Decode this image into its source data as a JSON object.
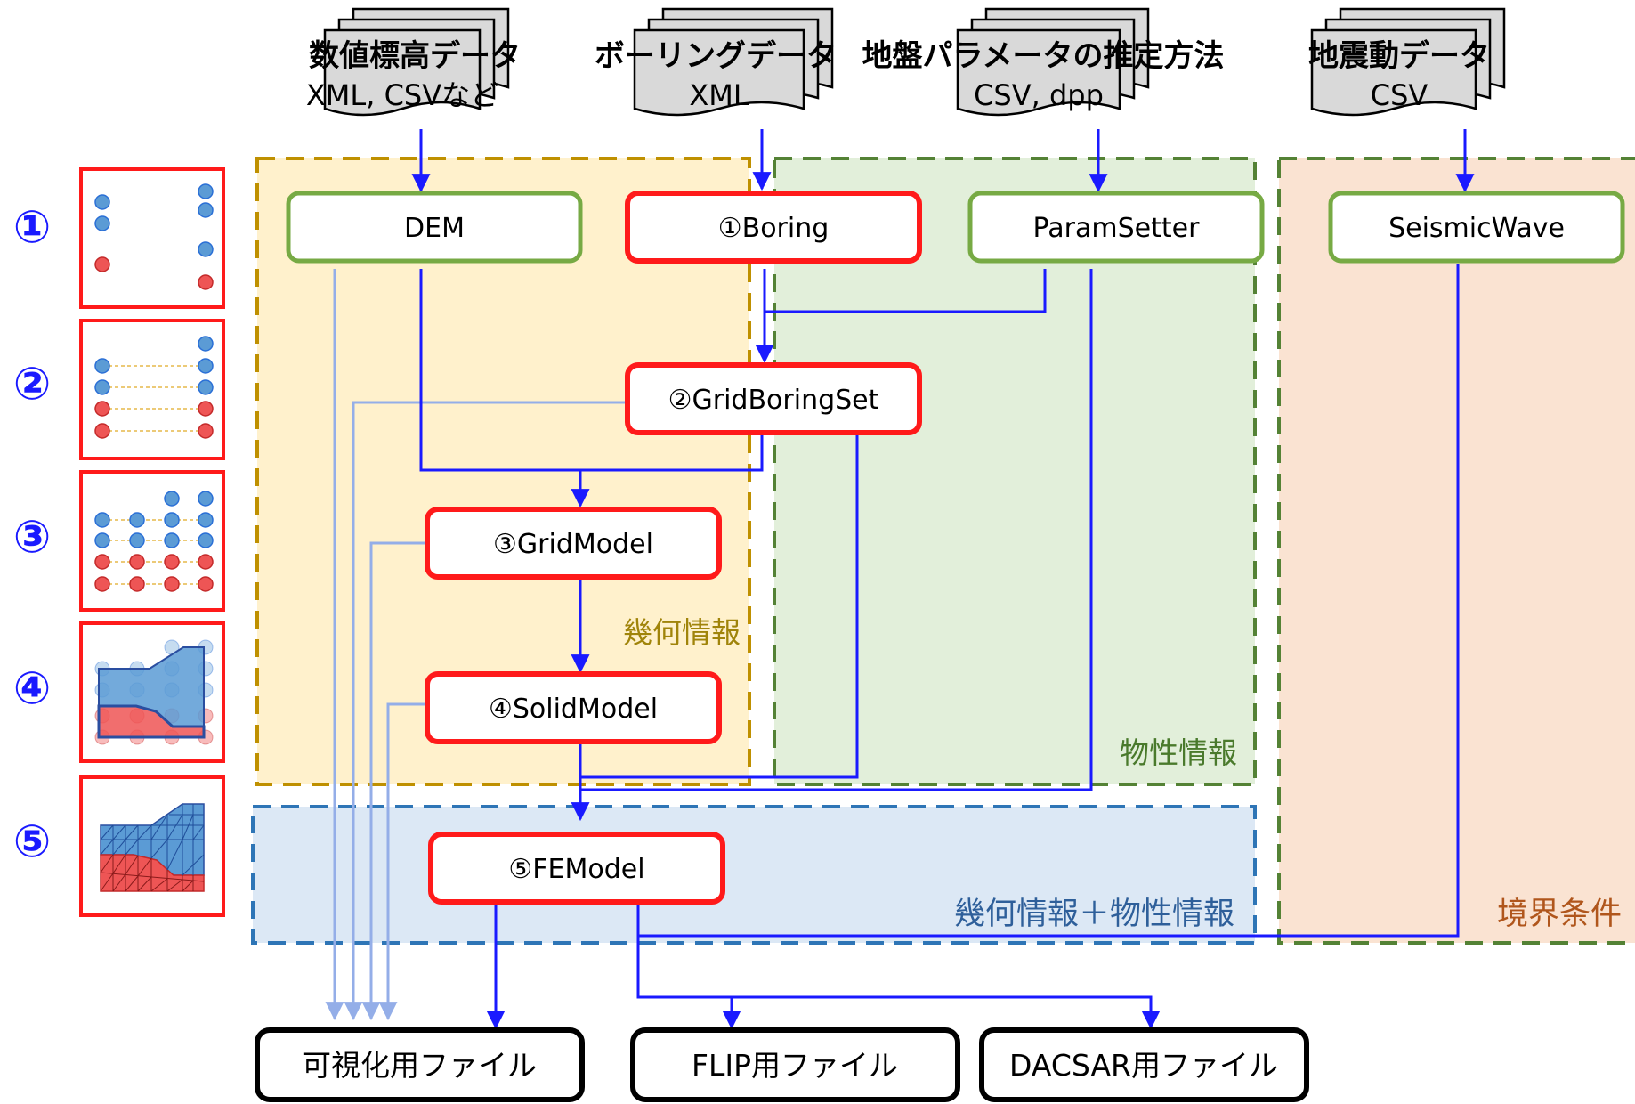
{
  "inputs": {
    "elevation": {
      "title": "数値標高データ",
      "format": "XML, CSVなど"
    },
    "boring": {
      "title": "ボーリングデータ",
      "format": "XML"
    },
    "params": {
      "title": "地盤パラメータの推定方法",
      "format": "CSV, dpp"
    },
    "seismic": {
      "title": "地震動データ",
      "format": "CSV"
    }
  },
  "steps": [
    "①",
    "②",
    "③",
    "④",
    "⑤"
  ],
  "modules": {
    "dem": "DEM",
    "boring": "①Boring",
    "param_setter": "ParamSetter",
    "seismic_wave": "SeismicWave",
    "grid_boring_set": "②GridBoringSet",
    "grid_model": "③GridModel",
    "solid_model": "④SolidModel",
    "fe_model": "⑤FEModel"
  },
  "regions": {
    "geometry": "幾何情報",
    "material": "物性情報",
    "combined": "幾何情報＋物性情報",
    "boundary": "境界条件"
  },
  "outputs": {
    "visualization": "可視化用ファイル",
    "flip": "FLIP用ファイル",
    "dacsar": "DACSAR用ファイル"
  },
  "colors": {
    "step_number": "#1a1aff",
    "arrow": "#1a1aff",
    "arrow_light": "#94aee8",
    "red_border": "#ff1a1a",
    "green_border": "#77aa44",
    "geometry_fill": "#fff1cc",
    "geometry_border": "#bf9000",
    "geometry_text": "#a0840a",
    "material_fill": "#e2efda",
    "material_border": "#548235",
    "material_text": "#4a7a2c",
    "combined_fill": "#dce8f5",
    "combined_border": "#2e75b6",
    "combined_text": "#2e5f9a",
    "boundary_fill": "#fae3d2",
    "boundary_border": "#548235",
    "boundary_text": "#b0561c",
    "doc_fill": "#d9d9d9",
    "dot_blue": "#5b9bd5",
    "dot_red": "#ee5555"
  }
}
